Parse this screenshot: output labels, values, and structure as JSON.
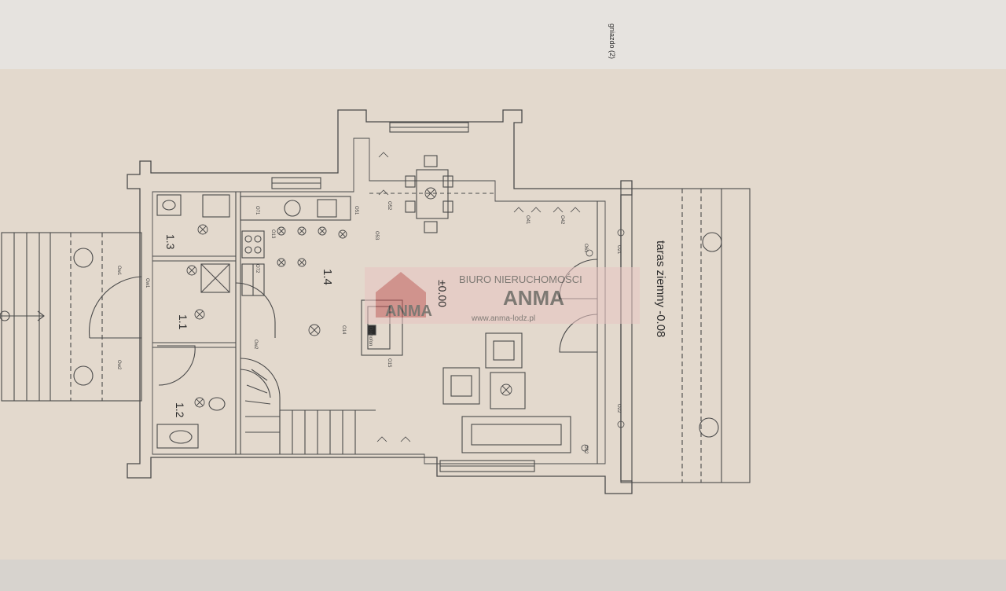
{
  "header": {
    "corner_note": "gniazdo (2)"
  },
  "rooms": [
    {
      "id": "1.1",
      "label": "1.1"
    },
    {
      "id": "1.2",
      "label": "1.2"
    },
    {
      "id": "1.3",
      "label": "1.3"
    },
    {
      "id": "1.4",
      "label": "1.4"
    }
  ],
  "level": {
    "label": "±0.00"
  },
  "terrace": {
    "label": "taras ziemny -0.08"
  },
  "watermark": {
    "line1": "BIURO NIERUCHOMOŚCI",
    "line2": "ANMA",
    "url": "www.anma-lodz.pl",
    "logo_text": "ANMA"
  },
  "small_labels": {
    "domofon": "Domofon",
    "ow1": "Ow1",
    "ow2": "Ow2",
    "ow3": "Ow3",
    "o51": "O51",
    "o52": "O52",
    "o53": "O53",
    "o41": "O41",
    "o42": "O42",
    "o13": "O13",
    "o14": "O14",
    "o15": "O15",
    "o21": "O21",
    "o22": "O22",
    "o71": "O71",
    "o72": "O72",
    "o61": "O61",
    "o62": "O62",
    "owk1": "Ow1",
    "owk2": "Ow2"
  },
  "colors": {
    "paper": "#e2d8cc",
    "line": "#4a4a4a",
    "accent": "#b03a3a"
  }
}
